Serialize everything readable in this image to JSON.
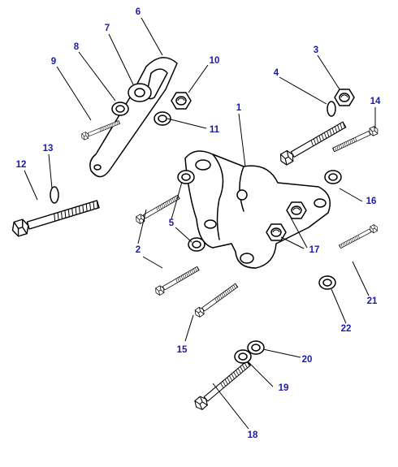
{
  "callout_color": "#1a1aa8",
  "line_color": "#000000",
  "callouts": [
    {
      "id": "1",
      "label": "1"
    },
    {
      "id": "2",
      "label": "2"
    },
    {
      "id": "3",
      "label": "3"
    },
    {
      "id": "4",
      "label": "4"
    },
    {
      "id": "5",
      "label": "5"
    },
    {
      "id": "6",
      "label": "6"
    },
    {
      "id": "7",
      "label": "7"
    },
    {
      "id": "8",
      "label": "8"
    },
    {
      "id": "9",
      "label": "9"
    },
    {
      "id": "10",
      "label": "10"
    },
    {
      "id": "11",
      "label": "11"
    },
    {
      "id": "12",
      "label": "12"
    },
    {
      "id": "13",
      "label": "13"
    },
    {
      "id": "14",
      "label": "14"
    },
    {
      "id": "15",
      "label": "15"
    },
    {
      "id": "16",
      "label": "16"
    },
    {
      "id": "17",
      "label": "17"
    },
    {
      "id": "18",
      "label": "18"
    },
    {
      "id": "19",
      "label": "19"
    },
    {
      "id": "20",
      "label": "20"
    },
    {
      "id": "21",
      "label": "21"
    },
    {
      "id": "22",
      "label": "22"
    }
  ]
}
